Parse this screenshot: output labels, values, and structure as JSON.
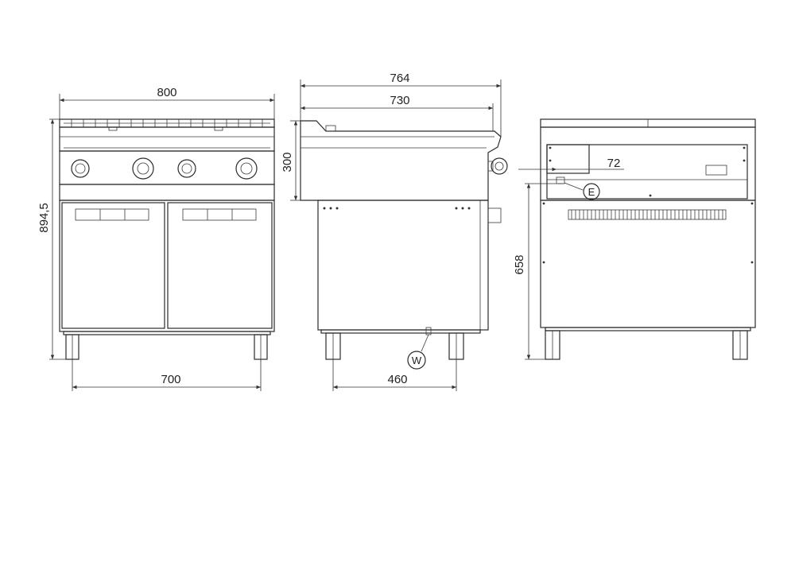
{
  "dimensions": {
    "front_width": "800",
    "front_height": "894,5",
    "front_feet_spacing": "700",
    "side_depth_total": "764",
    "side_depth_top": "730",
    "side_top_height": "300",
    "side_feet_spacing": "460",
    "rear_offset": "72",
    "rear_height": "658"
  },
  "callouts": {
    "electric": "E",
    "water": "W"
  },
  "colors": {
    "line": "#2b2b2b",
    "background": "#ffffff"
  }
}
